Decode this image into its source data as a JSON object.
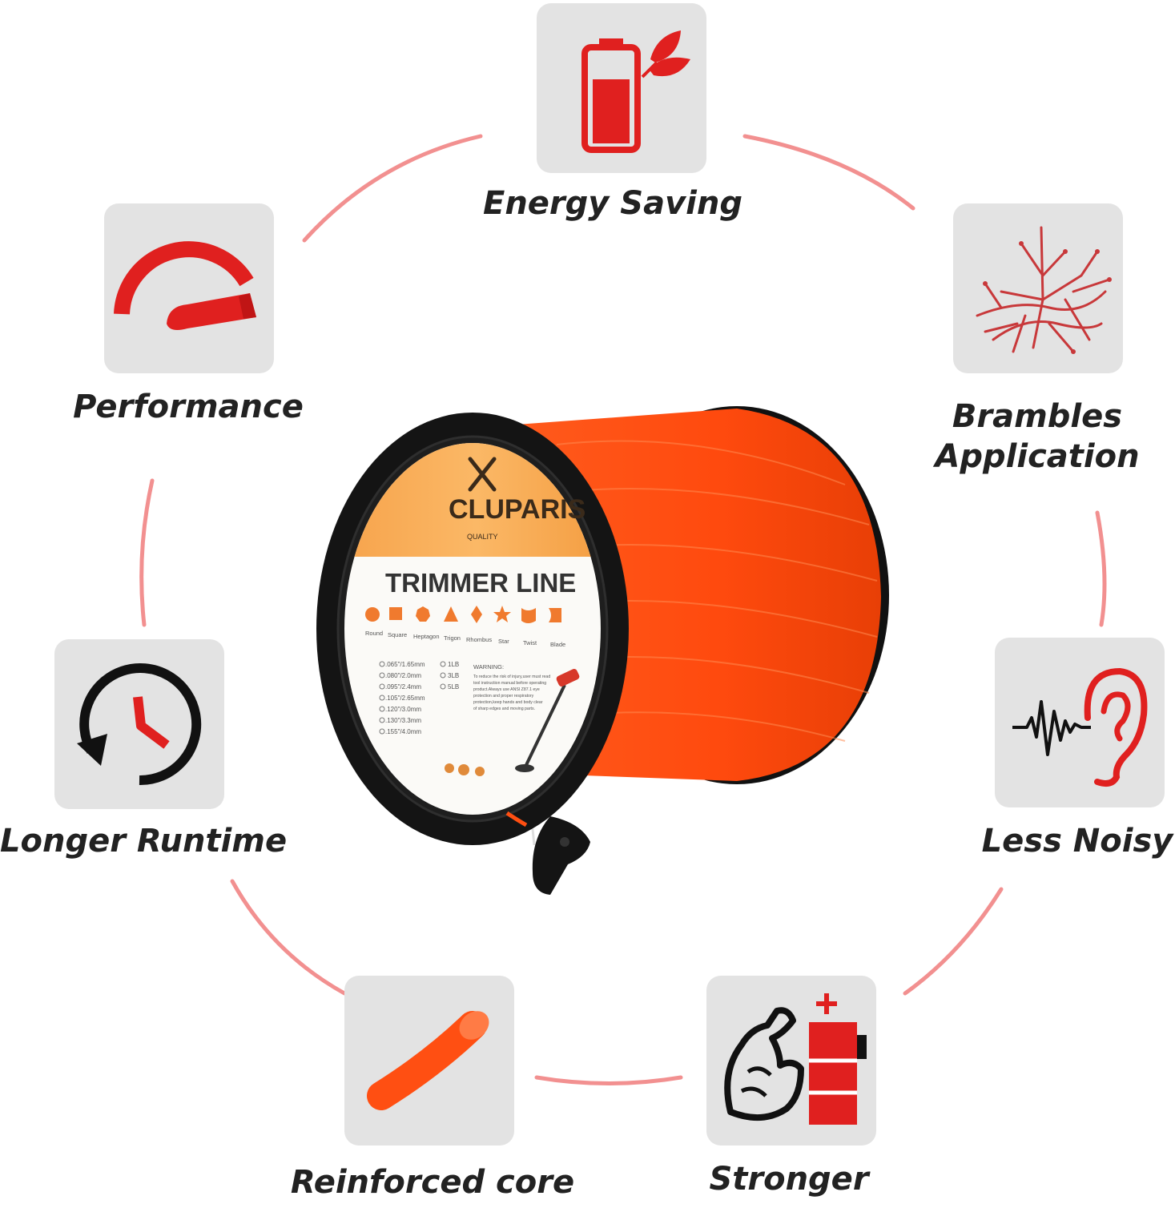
{
  "features": {
    "energy_saving": "Energy Saving",
    "performance": "Performance",
    "brambles_line1": "Brambles",
    "brambles_line2": "Application",
    "longer_runtime": "Longer Runtime",
    "less_noisy": "Less Noisy",
    "reinforced_core": "Reinforced core",
    "stronger": "Stronger"
  },
  "product": {
    "brand": "CLUPARIS",
    "tagline": "QUALITY",
    "title": "TRIMMER LINE",
    "shapes": [
      "Round",
      "Square",
      "Heptagon",
      "Trigon",
      "Rhombus",
      "Star",
      "Twist",
      "Blade"
    ],
    "diameters": [
      ".065\"/1.65mm",
      ".080\"/2.0mm",
      ".095\"/2.4mm",
      ".105\"/2.65mm",
      ".120\"/3.0mm",
      ".130\"/3.3mm",
      ".155\"/4.0mm"
    ],
    "weights": [
      "1LB",
      "3LB",
      "5LB"
    ],
    "warning_title": "WARNING:",
    "warning_lines": [
      "To reduce the risk of injury,user must read",
      "tool instruction manual before operating",
      "product.Always use ANSI Z87.1 eye",
      "protection and proper respiratory",
      "protection,keep hands and body clear",
      "of sharp edges and moving parts."
    ]
  },
  "colors": {
    "accent_red": "#e0201f",
    "trimmer_orange": "#ff4f12",
    "icon_box": "#e3e3e3",
    "label_text": "#222222"
  }
}
